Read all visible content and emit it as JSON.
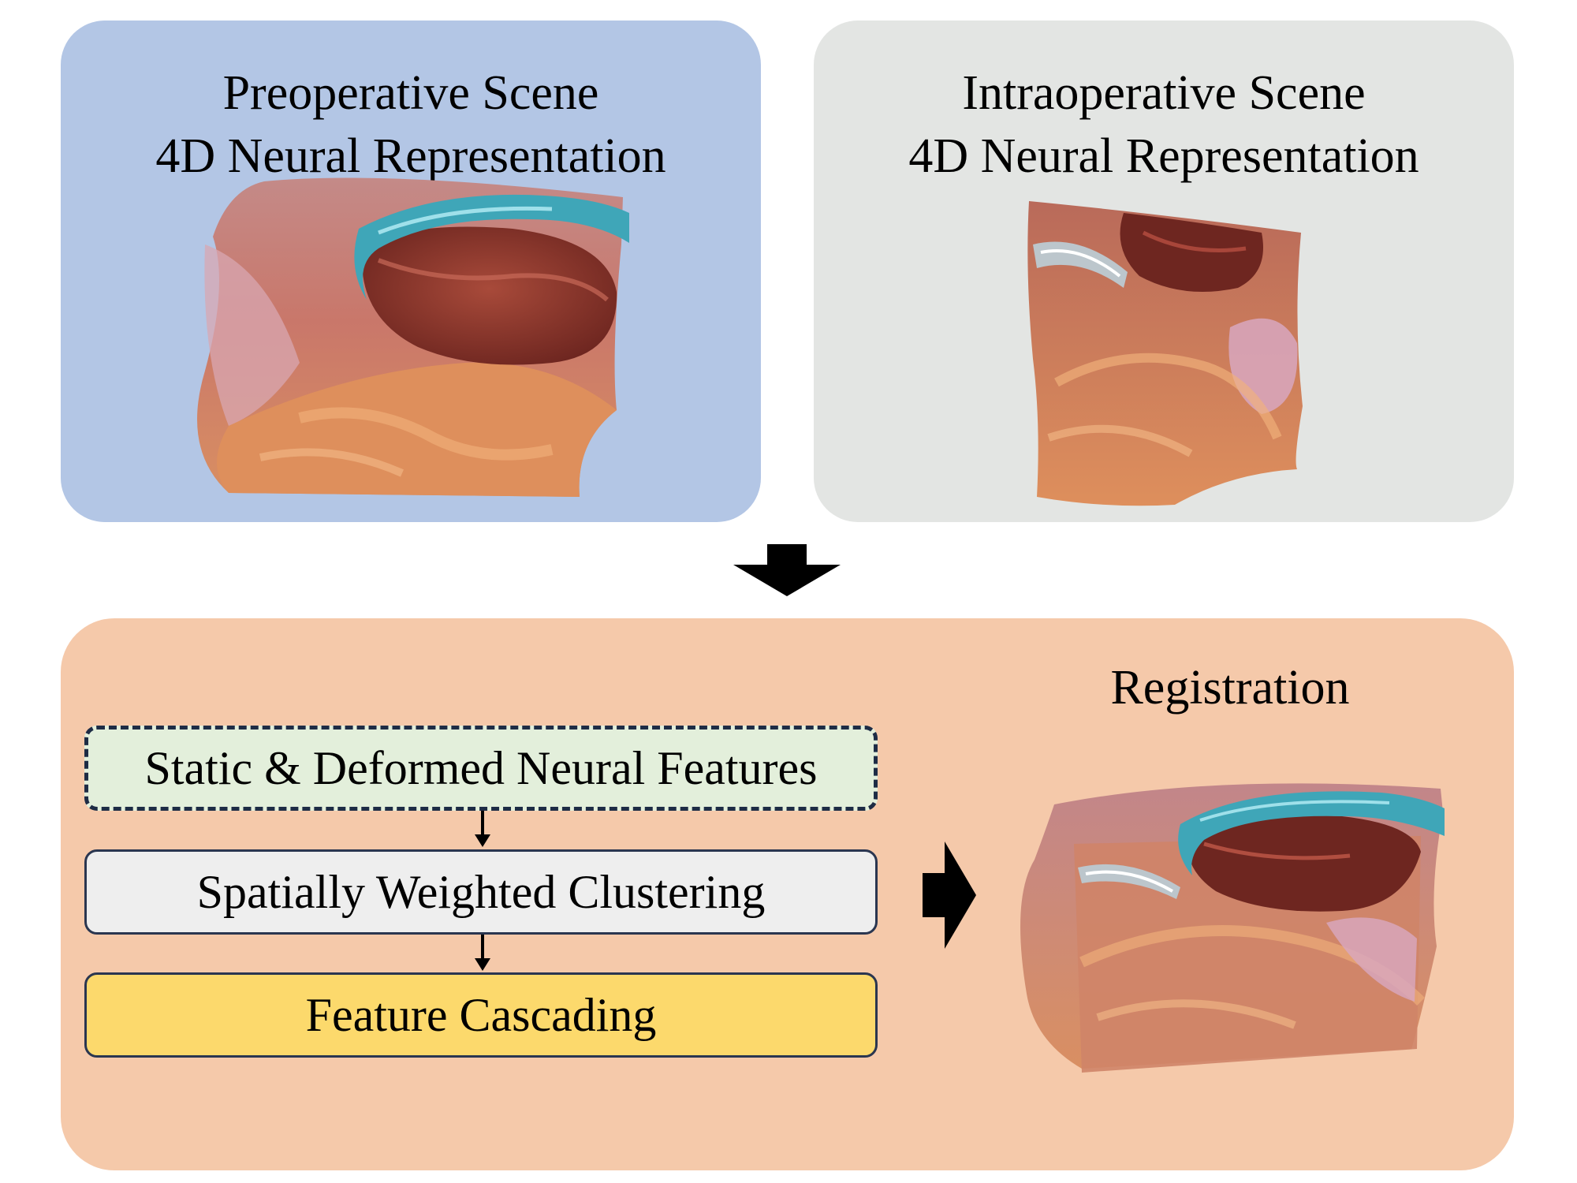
{
  "preoperative": {
    "title_line1": "Preoperative Scene",
    "title_line2": "4D Neural Representation",
    "background": "#b3c6e5"
  },
  "intraoperative": {
    "title_line1": "Intraoperative Scene",
    "title_line2": "4D Neural Representation",
    "background": "#e3e5e3"
  },
  "registration": {
    "title": "Registration",
    "background": "#f5c9aa",
    "steps": [
      {
        "label": "Static & Deformed Neural Features",
        "fill": "#e3efdb",
        "border": "dashed"
      },
      {
        "label": "Spatially Weighted Clustering",
        "fill": "#eeeeee",
        "border": "solid"
      },
      {
        "label": "Feature Cascading",
        "fill": "#fcd96c",
        "border": "solid"
      }
    ]
  },
  "colors": {
    "tissue": "#d98f62",
    "tissue_dark": "#8c3a2a",
    "instrument": "#3fa6b8",
    "arrow": "#000000"
  }
}
